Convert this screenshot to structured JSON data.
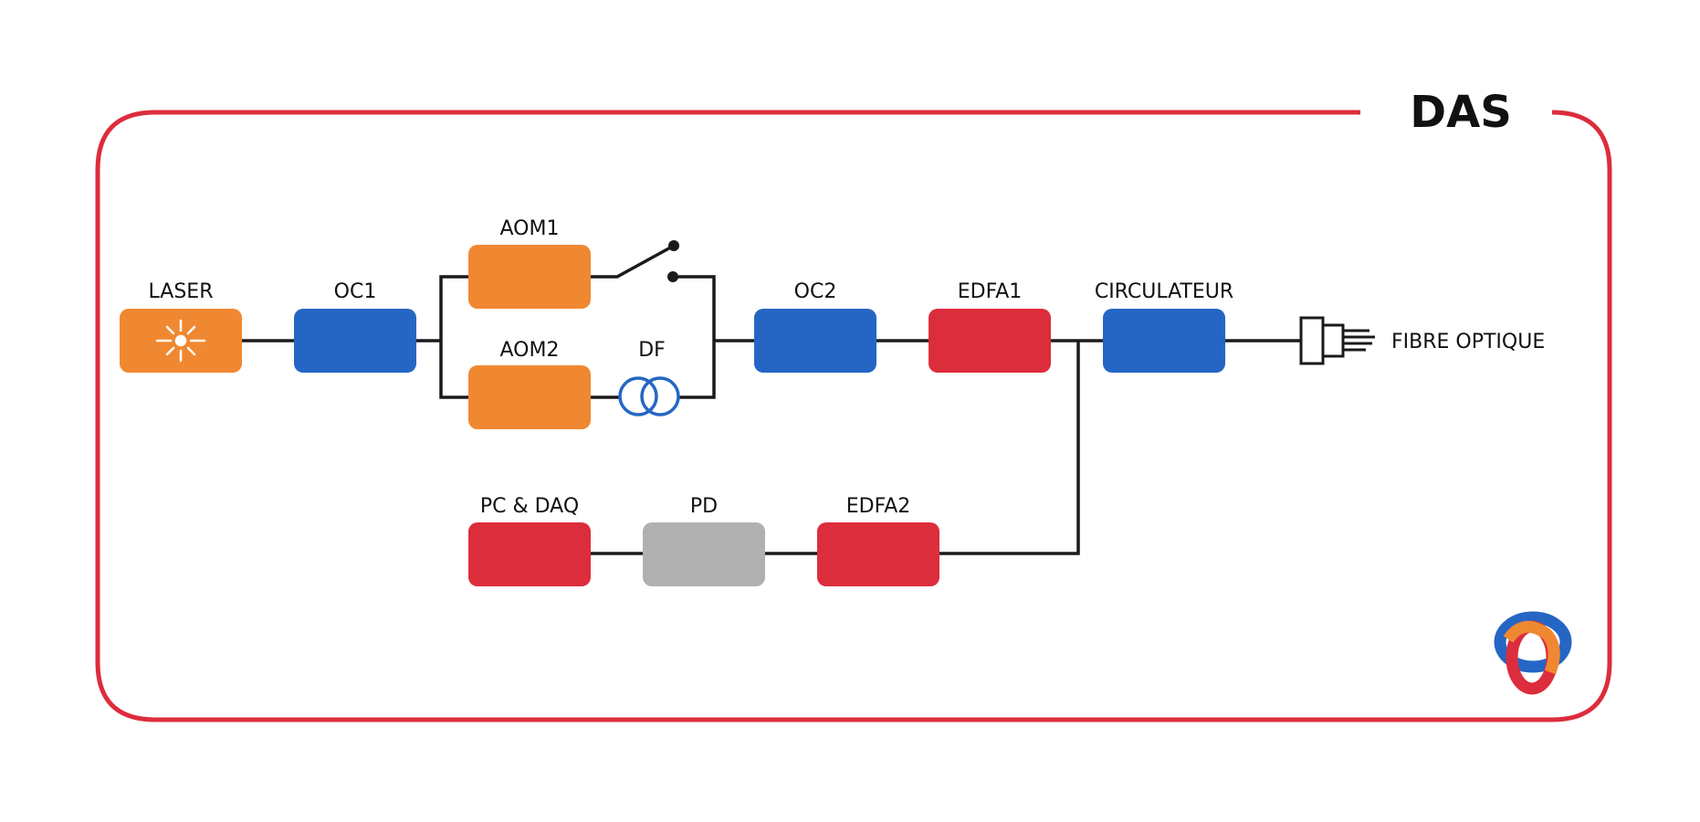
{
  "title": "DAS",
  "colors": {
    "frame": "#dc2d3c",
    "orange": "#f08832",
    "blue": "#2566c4",
    "red": "#dc2d3c",
    "grey": "#b0b0b0",
    "line": "#1a1a1a"
  },
  "blocks": {
    "laser": {
      "label": "LASER",
      "color": "orange",
      "icon": "laser-burst-icon"
    },
    "oc1": {
      "label": "OC1",
      "color": "blue"
    },
    "aom1": {
      "label": "AOM1",
      "color": "orange"
    },
    "aom2": {
      "label": "AOM2",
      "color": "orange"
    },
    "oc2": {
      "label": "OC2",
      "color": "blue"
    },
    "edfa1": {
      "label": "EDFA1",
      "color": "red"
    },
    "circulateur": {
      "label": "CIRCULATEUR",
      "color": "blue"
    },
    "pc_daq": {
      "label": "PC & DAQ",
      "color": "red"
    },
    "pd": {
      "label": "PD",
      "color": "grey"
    },
    "edfa2": {
      "label": "EDFA2",
      "color": "red"
    }
  },
  "df": {
    "label": "DF",
    "icon": "fiber-delay-coil-icon"
  },
  "switch": {
    "icon": "switch-icon"
  },
  "fiber": {
    "label": "FIBRE OPTIQUE",
    "icon": "fiber-connector-icon"
  },
  "logo": {
    "icon": "logo-rings-icon"
  }
}
